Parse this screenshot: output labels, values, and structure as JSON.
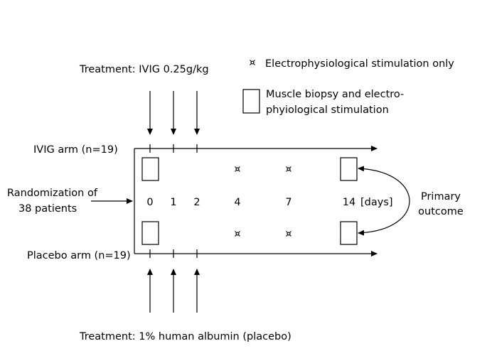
{
  "treatment_top": "Treatment: IVIG 0.25g/kg",
  "treatment_bottom": "Treatment: 1% human albumin (placebo)",
  "legend": {
    "stim_only": "Electrophysiological stimulation only",
    "biopsy_line1": "Muscle biopsy and electro-",
    "biopsy_line2": "phyiological stimulation"
  },
  "arms": {
    "ivig": "IVIG arm (n=19)",
    "placebo": "Placebo arm (n=19)"
  },
  "randomization": {
    "line1": "Randomization of",
    "line2": "38 patients"
  },
  "days": [
    "0",
    "1",
    "2",
    "4",
    "7",
    "14"
  ],
  "days_unit": "[days]",
  "primary_outcome": {
    "line1": "Primary",
    "line2": "outcome"
  },
  "colors": {
    "line": "#000000",
    "background": "#ffffff"
  }
}
